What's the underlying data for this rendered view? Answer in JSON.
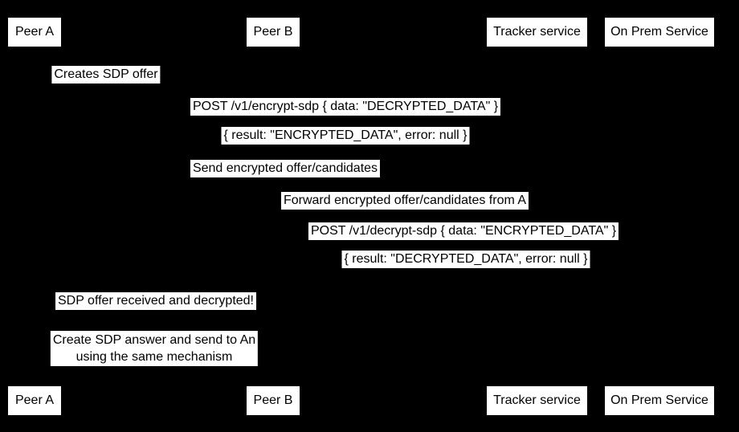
{
  "diagram": {
    "type": "sequence-diagram",
    "background_color": "#000000",
    "node_fill": "#ffffff",
    "node_text_color": "#000000",
    "actors": [
      {
        "label": "Peer A"
      },
      {
        "label": "Peer B"
      },
      {
        "label": "Tracker service"
      },
      {
        "label": "On Prem Service"
      }
    ],
    "messages": [
      {
        "label": "Creates SDP offer"
      },
      {
        "label": "POST /v1/encrypt-sdp { data: \"DECRYPTED_DATA\" }"
      },
      {
        "label": "{ result: \"ENCRYPTED_DATA\", error: null }"
      },
      {
        "label": "Send encrypted offer/candidates"
      },
      {
        "label": "Forward encrypted offer/candidates from A"
      },
      {
        "label": "POST /v1/decrypt-sdp { data: \"ENCRYPTED_DATA\" }"
      },
      {
        "label": "{ result: \"DECRYPTED_DATA\", error: null }"
      },
      {
        "label": "SDP offer received and decrypted!"
      },
      {
        "label": "Create SDP answer and send to An\nusing the same mechanism"
      }
    ]
  }
}
